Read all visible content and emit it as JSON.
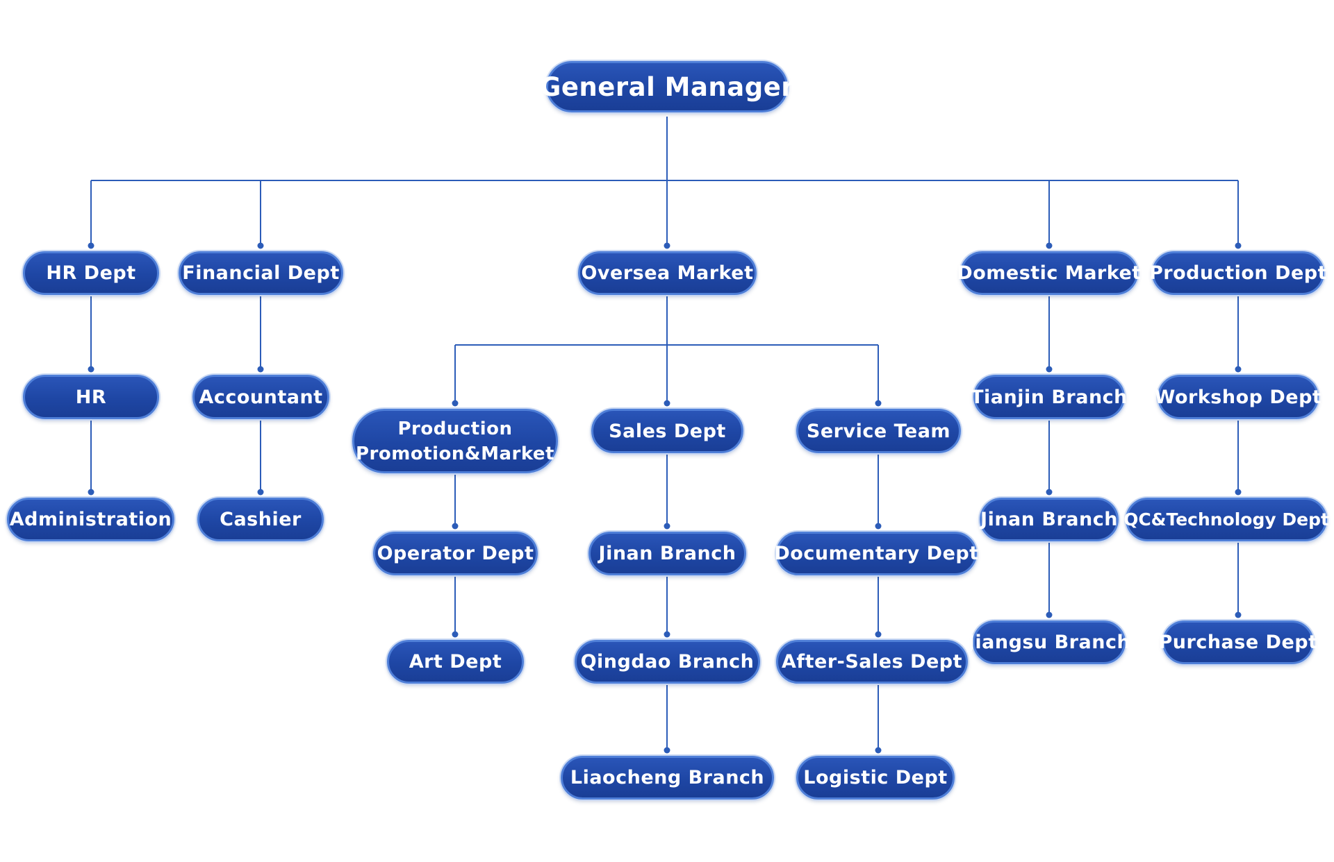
{
  "colors": {
    "node_fill": "#1e46a4",
    "node_border": "#4f7fd8",
    "connector": "#2c5cb8",
    "text": "#ffffff",
    "background": "#ffffff"
  },
  "org_chart": {
    "root": "General Manager",
    "hr_dept": {
      "label": "HR Dept",
      "children": [
        "HR",
        "Administration"
      ]
    },
    "financial_dept": {
      "label": "Financial Dept",
      "children": [
        "Accountant",
        "Cashier"
      ]
    },
    "oversea_market": {
      "label": "Oversea Market",
      "production_promotion": {
        "line1": "Production",
        "line2": "Promotion&Market",
        "children": [
          "Operator Dept",
          "Art Dept"
        ]
      },
      "sales_dept": {
        "label": "Sales Dept",
        "children": [
          "Jinan Branch",
          "Qingdao Branch",
          "Liaocheng Branch"
        ]
      },
      "service_team": {
        "label": "Service Team",
        "children": [
          "Documentary Dept",
          "After-Sales Dept",
          "Logistic Dept"
        ]
      }
    },
    "domestic_market": {
      "label": "Domestic Market",
      "children": [
        "Tianjin Branch",
        "Jinan Branch",
        "Jiangsu Branch"
      ]
    },
    "production_dept": {
      "label": "Production Dept",
      "children": [
        "Workshop Dept",
        "QC&Technology Dept",
        "Purchase Dept"
      ]
    }
  }
}
